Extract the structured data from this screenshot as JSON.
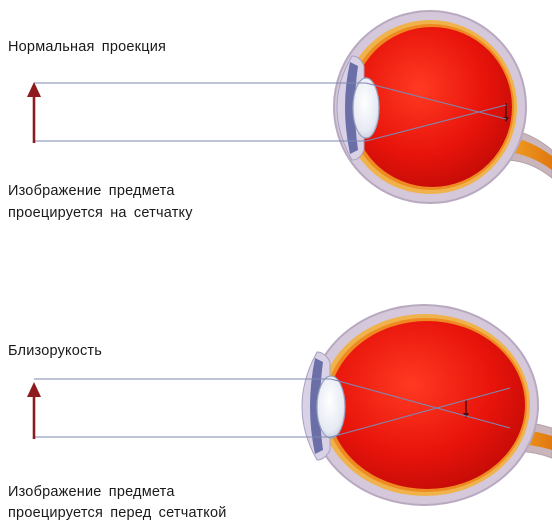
{
  "panels": [
    {
      "title": "Нормальная проекция",
      "caption_line1": "Изображение предмета",
      "caption_line2": "проецируется на сетчатку"
    },
    {
      "title": "Близорукость",
      "caption_line1": "Изображение предмета",
      "caption_line2": "проецируется перед сетчаткой"
    }
  ],
  "colors": {
    "sclera": "#cfc3d6",
    "eye_red": "#e8180f",
    "lens": "#eef1f8",
    "ray": "#7d88b0",
    "arrow": "#8e1b1e"
  }
}
